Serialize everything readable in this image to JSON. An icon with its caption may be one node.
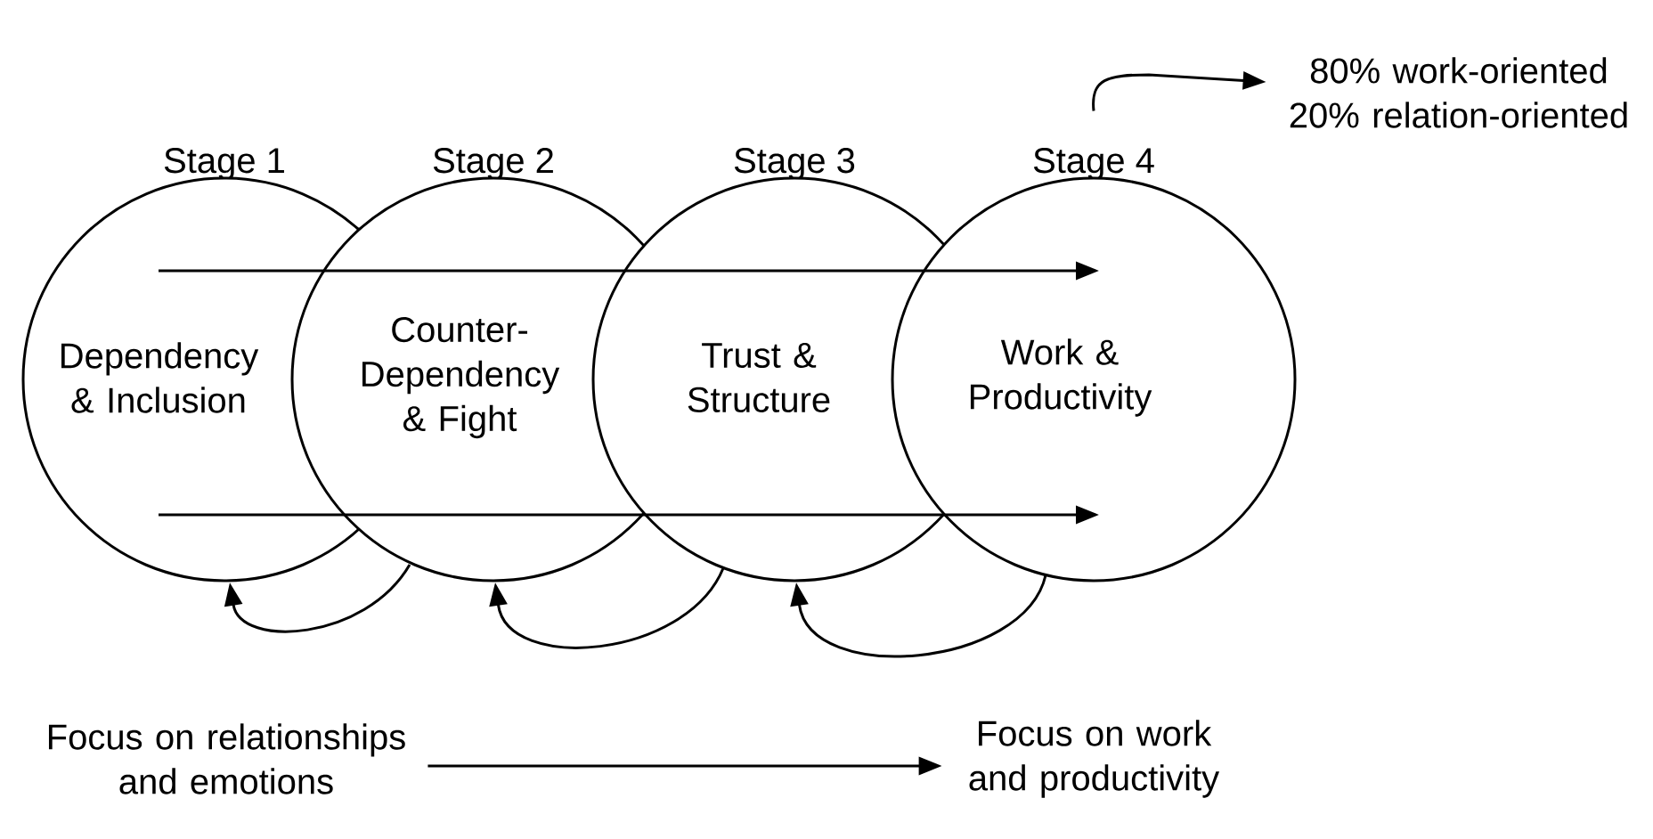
{
  "diagram": {
    "nodes": [
      {
        "text": [
          "Stage 1",
          "Dependency & Inclusion"
        ]
      },
      {
        "text": [
          "Stage 2",
          "Counter-Dependency & Fight"
        ]
      },
      {
        "text": [
          "Stage 3",
          "Trust & Structure"
        ]
      },
      {
        "text": [
          "Stage 4",
          "Work & Productivity"
        ]
      },
      {
        "text": [
          "80% work-oriented 20% relation-oriented"
        ]
      },
      {
        "text": [
          "Focus on relationships and emotions"
        ]
      },
      {
        "text": [
          "Focus on work and productivity"
        ]
      }
    ],
    "edges": [
      {
        "from": 0,
        "to": 1,
        "arrow": "none"
      },
      {
        "from": 1,
        "to": 2,
        "arrow": "none"
      },
      {
        "from": 2,
        "to": 3,
        "arrow": "to"
      },
      {
        "from": 0,
        "to": 1,
        "arrow": "none"
      },
      {
        "from": 1,
        "to": 2,
        "arrow": "none"
      },
      {
        "from": 2,
        "to": 3,
        "arrow": "to"
      },
      {
        "from": 1,
        "to": 0,
        "arrow": "to"
      },
      {
        "from": 2,
        "to": 1,
        "arrow": "to"
      },
      {
        "from": 3,
        "to": 2,
        "arrow": "to"
      },
      {
        "from": 3,
        "to": 4,
        "arrow": "to"
      },
      {
        "from": 5,
        "to": 6,
        "arrow": "to"
      }
    ]
  }
}
